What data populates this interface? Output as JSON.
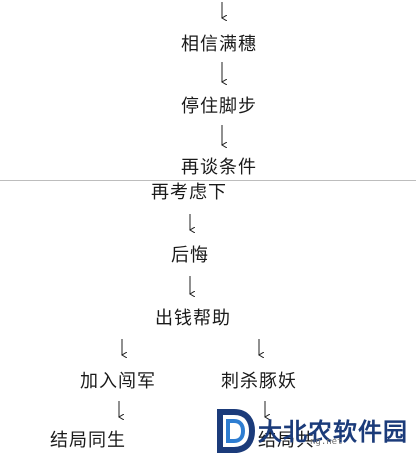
{
  "nodes": {
    "trust_mansui": "相信满穗",
    "stop_walking": "停住脚步",
    "renegotiate": "再谈条件",
    "reconsider": "再考虑下",
    "regret": "后悔",
    "pay_help": "出钱帮助",
    "join_chuangjun": "加入闯军",
    "kill_zhuyao": "刺杀豚妖",
    "ending_same_life": "结局同生",
    "ending_partial": "结局共"
  },
  "watermark": {
    "brand": "大北农软件园",
    "url": "ng.net"
  }
}
